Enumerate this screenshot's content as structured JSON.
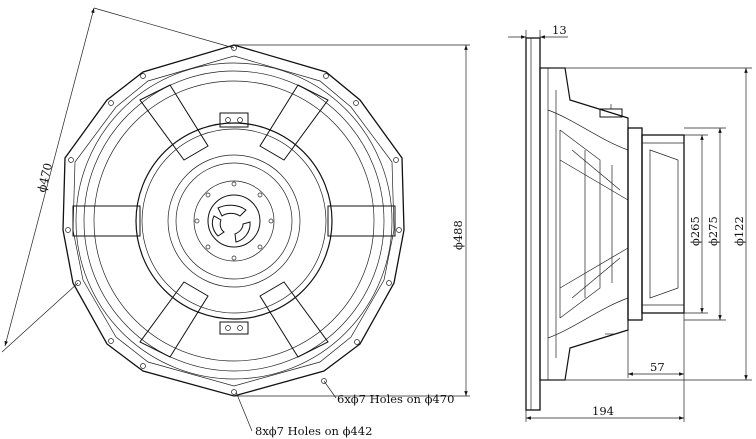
{
  "front_view": {
    "dim_outer_bolt_circle": "ϕ470",
    "dim_overall_height": "ϕ488",
    "note_outer_holes": "6xϕ7 Holes on ϕ470",
    "note_inner_holes": "8xϕ7 Holes on ϕ442"
  },
  "side_view": {
    "dim_flange_thickness": "13",
    "dim_magnet_depth": "57",
    "dim_total_depth": "194",
    "dim_d265": "ϕ265",
    "dim_d275": "ϕ275",
    "dim_d122": "ϕ122"
  }
}
